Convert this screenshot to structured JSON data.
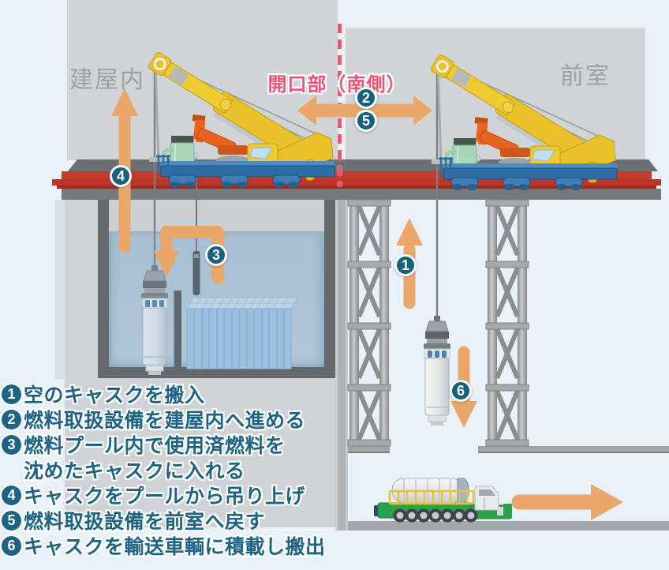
{
  "labels": {
    "building_interior": "建屋内",
    "anteroom": "前室",
    "opening": "開口部（南側）"
  },
  "markers": {
    "m1": "1",
    "m2": "2",
    "m3": "3",
    "m4": "4",
    "m5": "5",
    "m6": "6"
  },
  "steps": [
    {
      "num": "1",
      "text": "空のキャスクを搬入"
    },
    {
      "num": "2",
      "text": "燃料取扱設備を建屋内へ進める"
    },
    {
      "num": "3",
      "text": "燃料プール内で使用済燃料を"
    },
    {
      "num": "",
      "text": "沈めたキャスクに入れる"
    },
    {
      "num": "4",
      "text": "キャスクをプールから吊り上げ"
    },
    {
      "num": "5",
      "text": "燃料取扱設備を前室へ戻す"
    },
    {
      "num": "6",
      "text": "キャスクを輸送車輌に積載し搬出"
    }
  ],
  "colors": {
    "background": "#EAF2F9",
    "building_gray": "#D0D4D7",
    "floor_red": "#C23B2C",
    "accent_pink": "#EF5277",
    "badge_teal": "#16607F",
    "step_text_teal": "#1D6386",
    "arrow_orange": "#E9A76C",
    "crane_yellow": "#E9C22B",
    "crane_arm_orange": "#E8631F",
    "trolley_blue": "#2E6DA6",
    "pool_water": "#B5CAD7",
    "truck_green": "#2AA24A"
  }
}
